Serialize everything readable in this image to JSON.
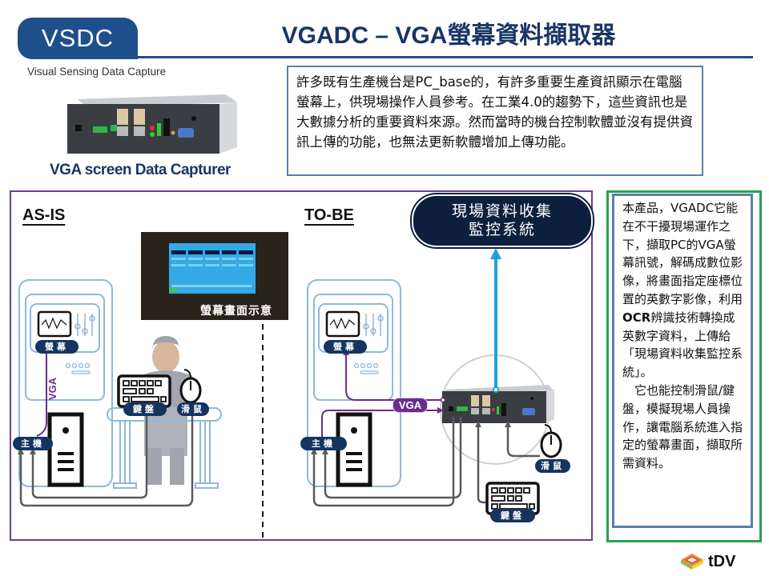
{
  "header": {
    "brand_tab": "VSDC",
    "title": "VGADC – VGA螢幕資料擷取器",
    "subtitle": "Visual Sensing Data Capture"
  },
  "product": {
    "caption": "VGA screen Data Capturer",
    "photo_icon": "capture-device-photo"
  },
  "intro": {
    "text": "許多既有生產機台是PC_base的，有許多重要生產資訊顯示在電腦螢幕上，供現場操作人員參考。在工業4.0的趨勢下，這些資訊也是大數據分析的重要資料來源。然而當時的機台控制軟體並沒有提供資訊上傳的功能，也無法更新軟體增加上傳功能。"
  },
  "diagram": {
    "as_is": {
      "heading": "AS-IS",
      "screen_caption": "螢幕畫面示意",
      "monitor_label": "螢幕",
      "host_label": "主機",
      "keyboard_label": "鍵盤",
      "mouse_label": "滑鼠",
      "cable_label": "VGA"
    },
    "to_be": {
      "heading": "TO-BE",
      "system_label_line1": "現場資料收集",
      "system_label_line2": "監控系統",
      "monitor_label": "螢幕",
      "host_label": "主機",
      "keyboard_label": "鍵盤",
      "mouse_label": "滑鼠",
      "cable_label": "VGA"
    },
    "colors": {
      "frame": "#6b3f92",
      "navy_label": "#15345f",
      "vga_line": "#6a2d91",
      "io_line": "#5a5a5a",
      "upload_line": "#1ea0e0",
      "outline": "#8fb8dc"
    }
  },
  "description": {
    "p1_a": "本產品，VGADC它能在不干擾現場運作之下，擷取PC的VGA螢幕訊號，解碼成數位影像，將畫面指定座標位置的英數字影像，利用",
    "p1_bold": "OCR",
    "p1_b": "辨識技術轉換成英數字資料，上傳給「現場資料收集監控系統」。",
    "p2": "　它也能控制滑鼠/鍵盤，模擬現場人員操作，讓電腦系統進入指定的螢幕畫面，擷取所需資料。"
  },
  "footer": {
    "logo_text": "tDV"
  }
}
